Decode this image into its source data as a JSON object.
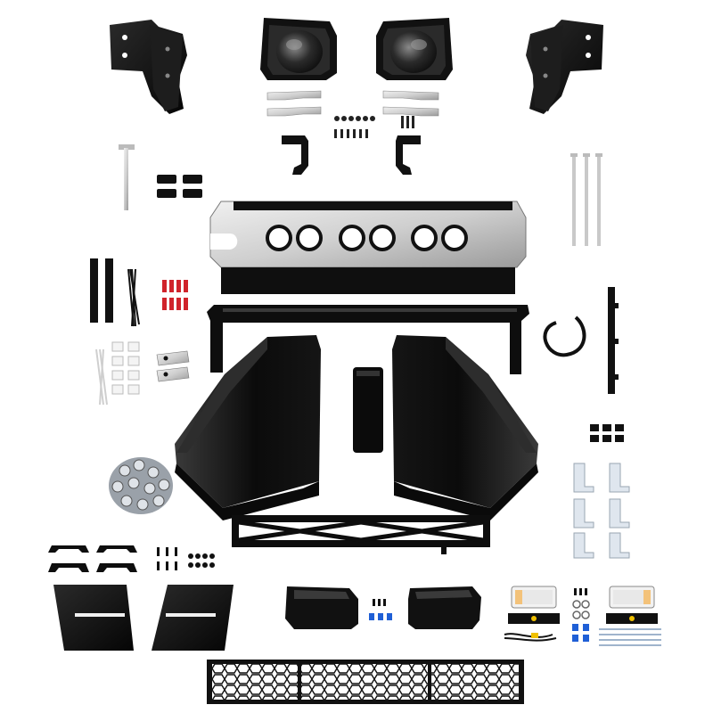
{
  "scene": {
    "background": "#ffffff",
    "colors": {
      "steel_black": "#0c0c0c",
      "steel_dark": "#1c1c1c",
      "steel_edge": "#3a3a3a",
      "plate_silver": "#d9d9d9",
      "zinc": "#c9ccd1",
      "red_caps": "#d0232b",
      "blue_bolts": "#1f5fd6",
      "lens_clear": "#f2f2f2",
      "lens_amber": "#f3c27a"
    },
    "parts": [
      "light-bracket-left",
      "fog-light-housing-left",
      "fog-light-housing-right",
      "light-bracket-right",
      "skid-plate",
      "crossbar",
      "side-wing-left",
      "side-wing-right",
      "center-filler",
      "lower-support-bar",
      "corner-cap-left",
      "corner-cap-right",
      "mesh-grille",
      "led-marker-lights",
      "hardware-bag"
    ]
  }
}
